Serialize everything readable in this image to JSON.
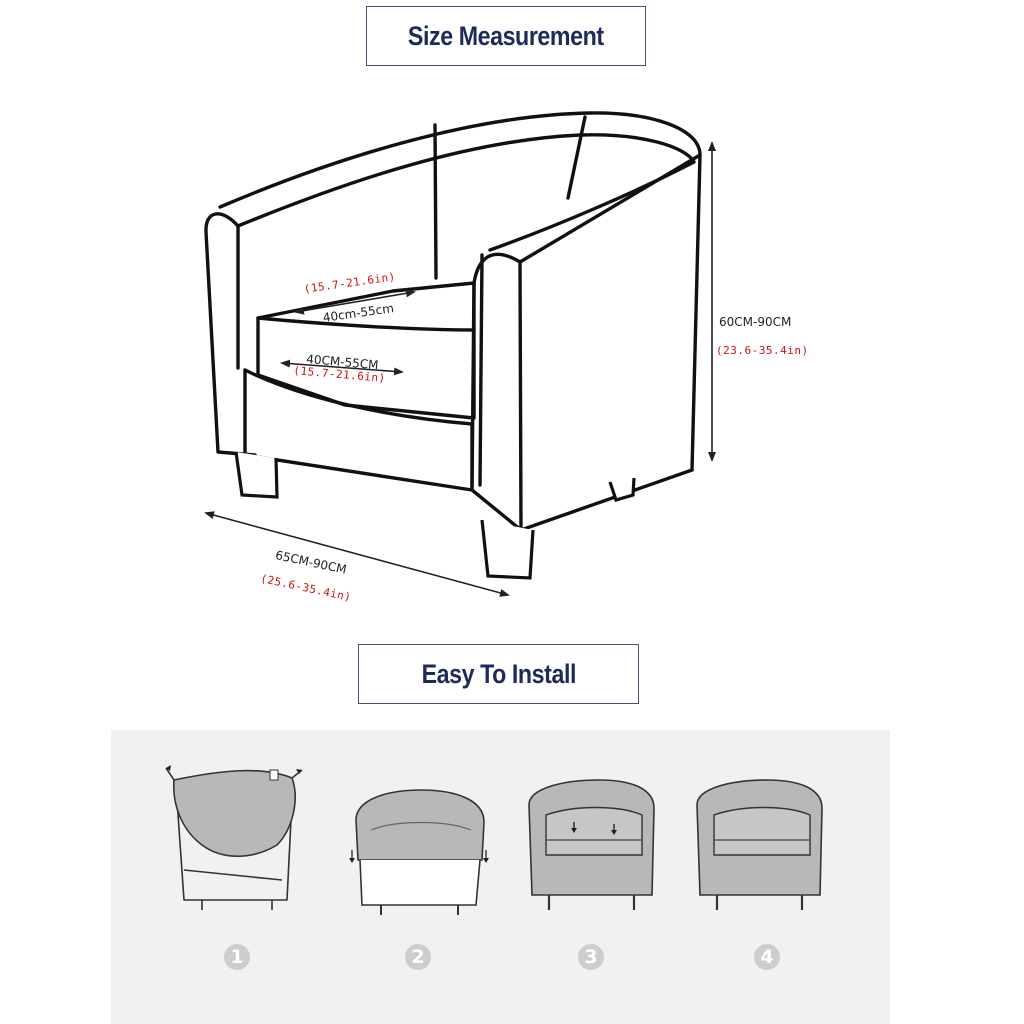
{
  "titles": {
    "size_measurement": "Size Measurement",
    "easy_to_install": "Easy To Install"
  },
  "dimensions": {
    "seat_depth_cm": "40cm-55cm",
    "seat_depth_in": "(15.7-21.6in)",
    "seat_width_cm": "40CM-55CM",
    "seat_width_in": "(15.7-21.6in)",
    "height_cm": "60CM-90CM",
    "height_in": "(23.6-35.4in)",
    "overall_width_cm": "65CM-90CM",
    "overall_width_in": "(25.6-35.4in)"
  },
  "steps": [
    {
      "number": "1"
    },
    {
      "number": "2"
    },
    {
      "number": "3"
    },
    {
      "number": "4"
    }
  ],
  "colors": {
    "title_text": "#1f2a5c",
    "dimension_red": "#d01010",
    "panel_background": "#f1f1f1",
    "cover_gray": "#b8b8b8"
  }
}
